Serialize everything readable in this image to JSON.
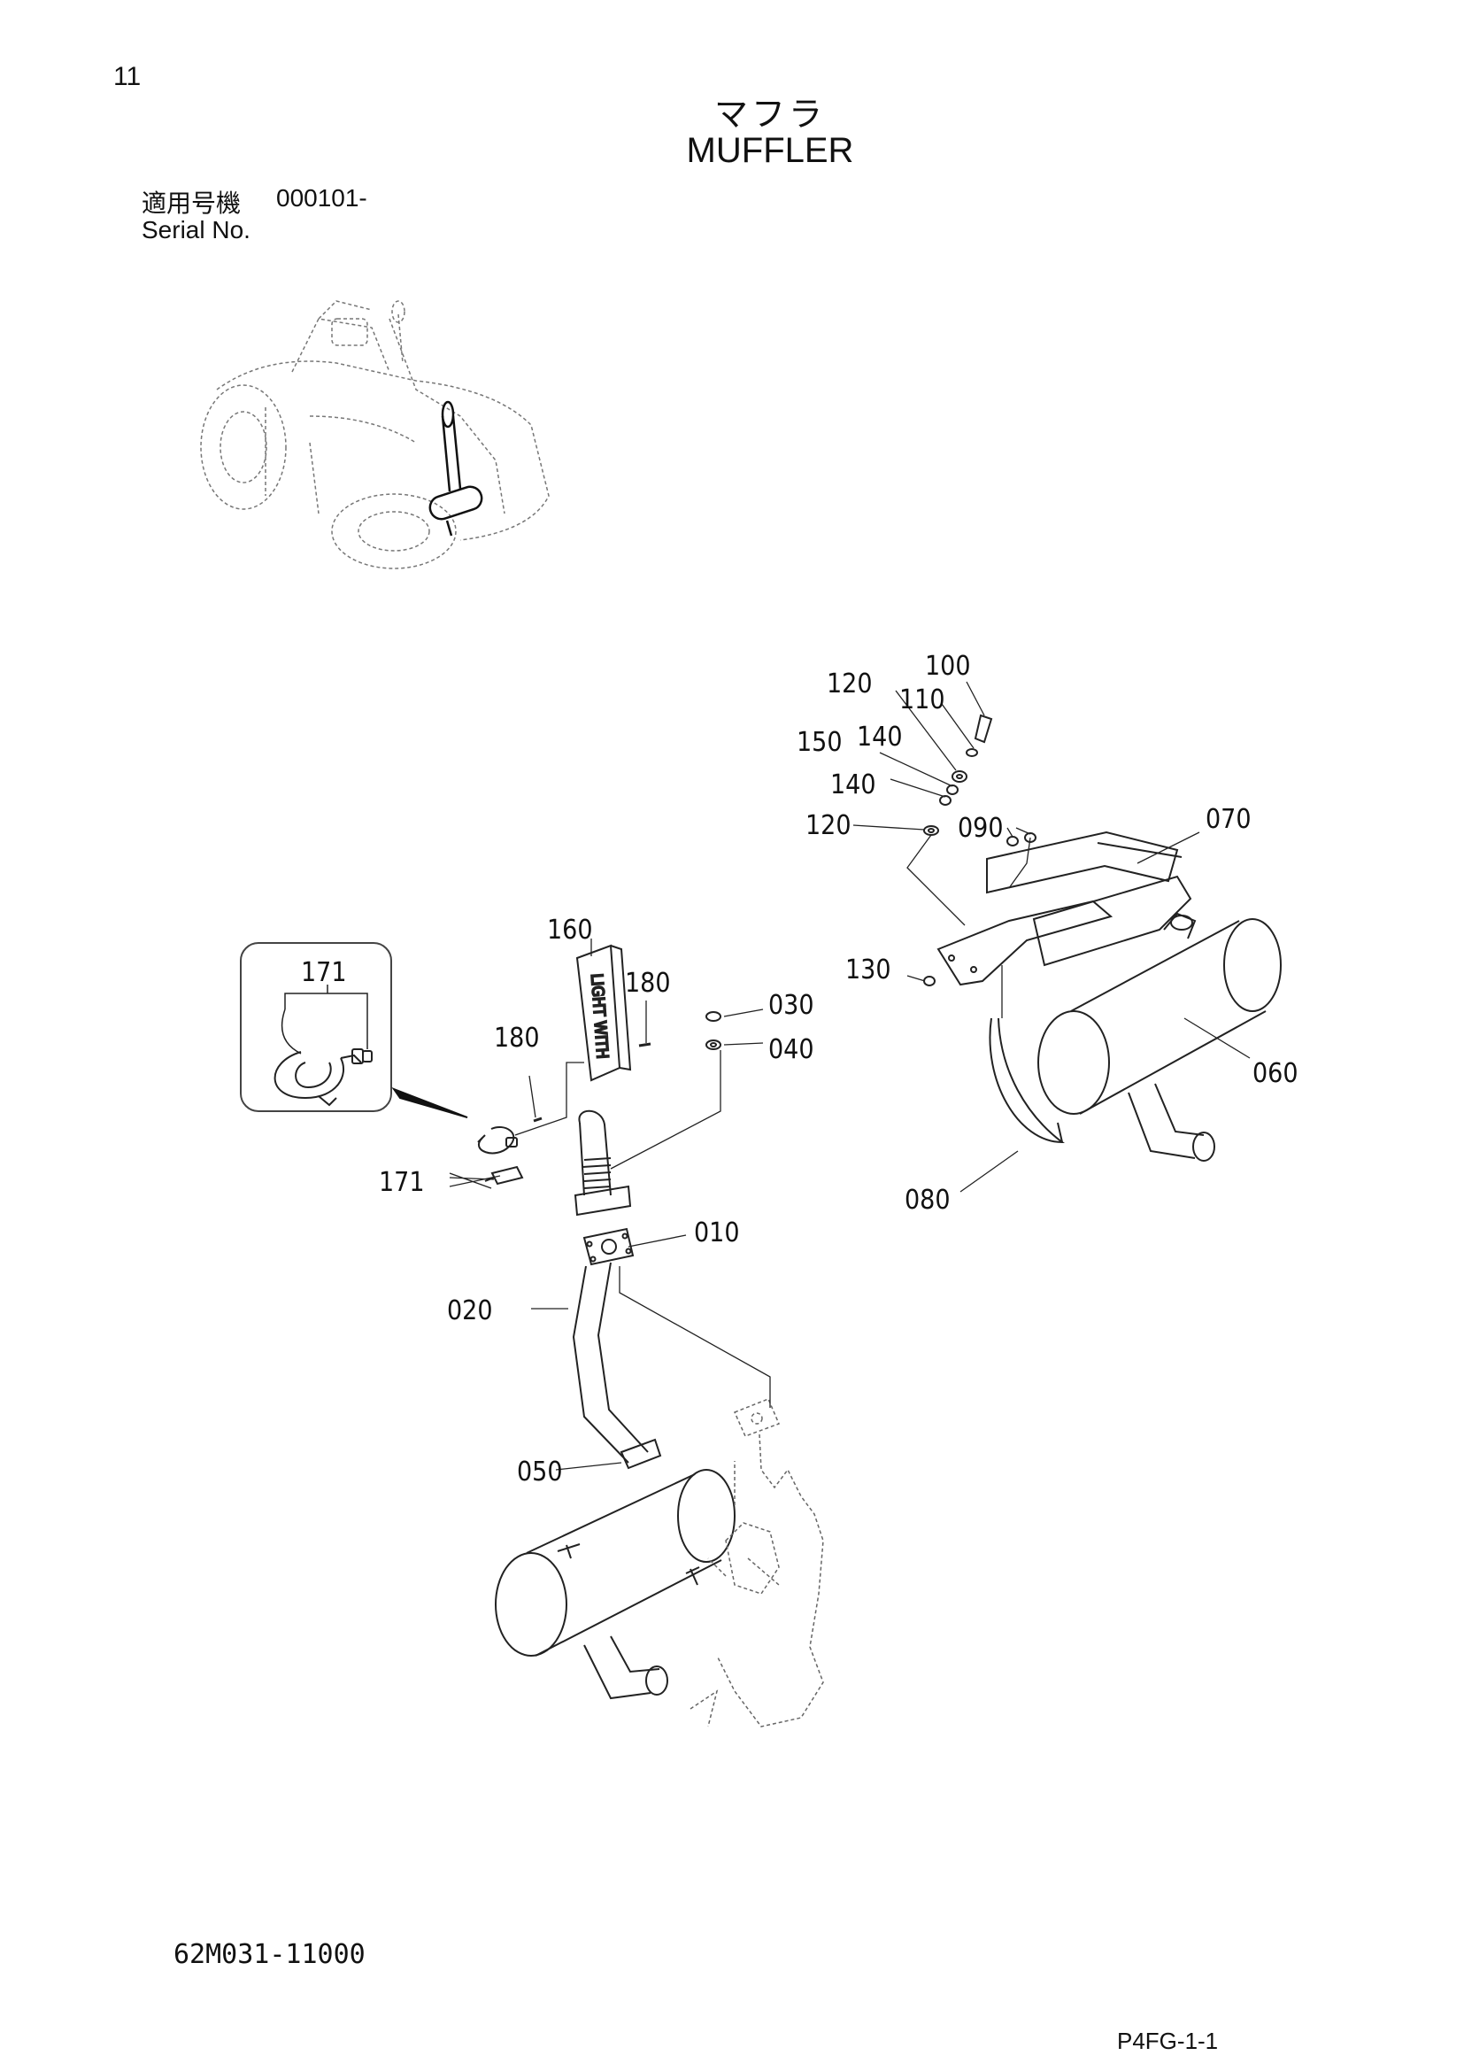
{
  "header": {
    "page_number": "11",
    "title_jp": "マフラ",
    "title_en": "MUFFLER",
    "serial_label_jp": "適用号機",
    "serial_value": "000101-",
    "serial_label_en": "Serial No."
  },
  "callouts": {
    "c010": "010",
    "c020": "020",
    "c030": "030",
    "c040": "040",
    "c050": "050",
    "c060": "060",
    "c070": "070",
    "c080": "080",
    "c090": "090",
    "c100": "100",
    "c110": "110",
    "c120a": "120",
    "c120b": "120",
    "c130": "130",
    "c140a": "140",
    "c140b": "140",
    "c150": "150",
    "c160": "160",
    "c171a": "171",
    "c171b": "171",
    "c180a": "180",
    "c180b": "180"
  },
  "label_text": "LIGHT WITH",
  "footer": {
    "doc_code": "62M031-11000",
    "page_code": "P4FG-1-1"
  }
}
